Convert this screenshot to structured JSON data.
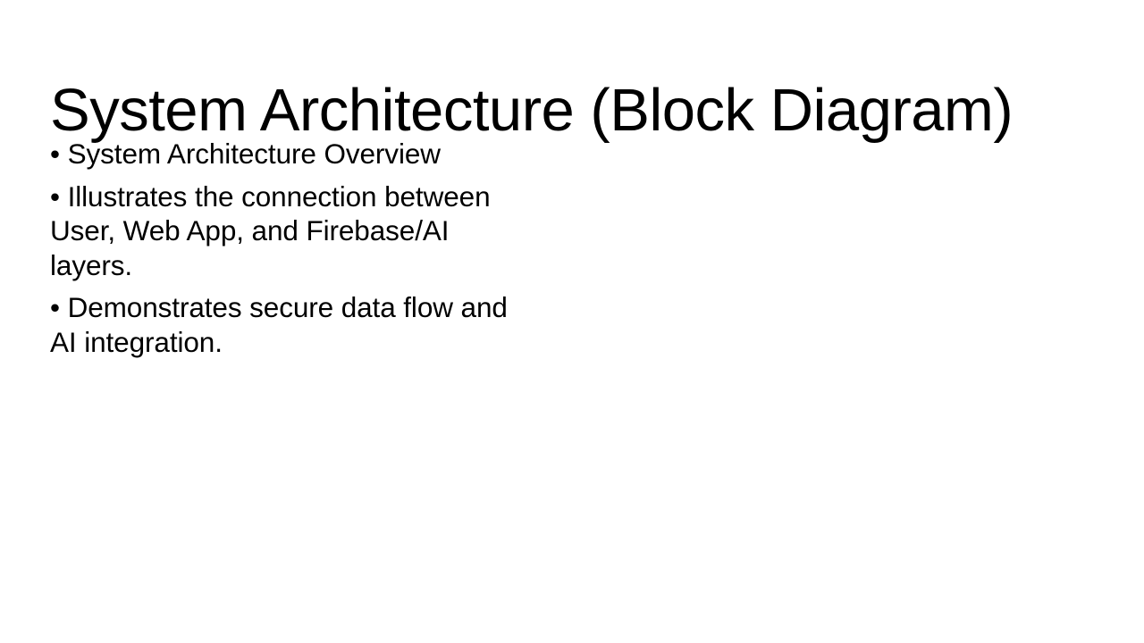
{
  "slide": {
    "background_color": "#ffffff",
    "text_color": "#000000",
    "title": "System Architecture (Block Diagram)",
    "bullet_char": "•",
    "bullets": [
      {
        "text": "System Architecture Overview"
      },
      {
        "text": "Illustrates the connection between User, Web App, and Firebase/AI layers."
      },
      {
        "text": "Demonstrates secure data flow and AI integration."
      }
    ]
  }
}
